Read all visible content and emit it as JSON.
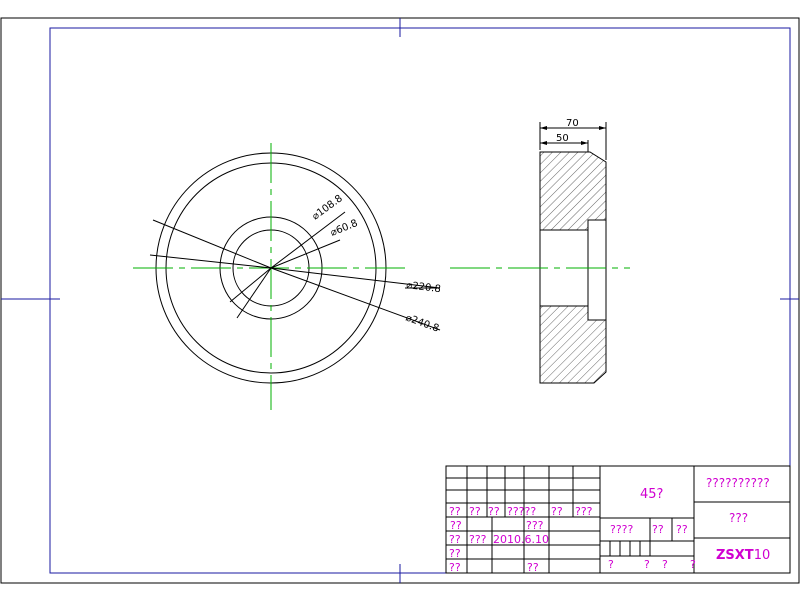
{
  "drawing": {
    "dims": {
      "d_inner": "⌀60.8",
      "d_hub": "⌀108.8",
      "d_groove": "⌀220.8",
      "d_outer": "⌀240.8",
      "width_total": "70",
      "width_partial": "50"
    },
    "title_block": {
      "material": "45?",
      "company": "??????????",
      "part_name": "???",
      "drawing_no_prefix": "ZSXT",
      "drawing_no_suffix": "10",
      "scale_label": "????",
      "scale_val1": "??",
      "scale_val2": "??",
      "sheet_marks": [
        "?",
        "?",
        "?",
        "?"
      ],
      "rev_header": [
        "??",
        "??",
        "??",
        "?????",
        "??",
        "???"
      ],
      "designer_label": "??",
      "std_label": "???",
      "check_label": "??",
      "process_label": "???",
      "date_value": "2010.6.10",
      "review_label": "??",
      "approve_label": "??",
      "approve_label2": "??"
    }
  }
}
